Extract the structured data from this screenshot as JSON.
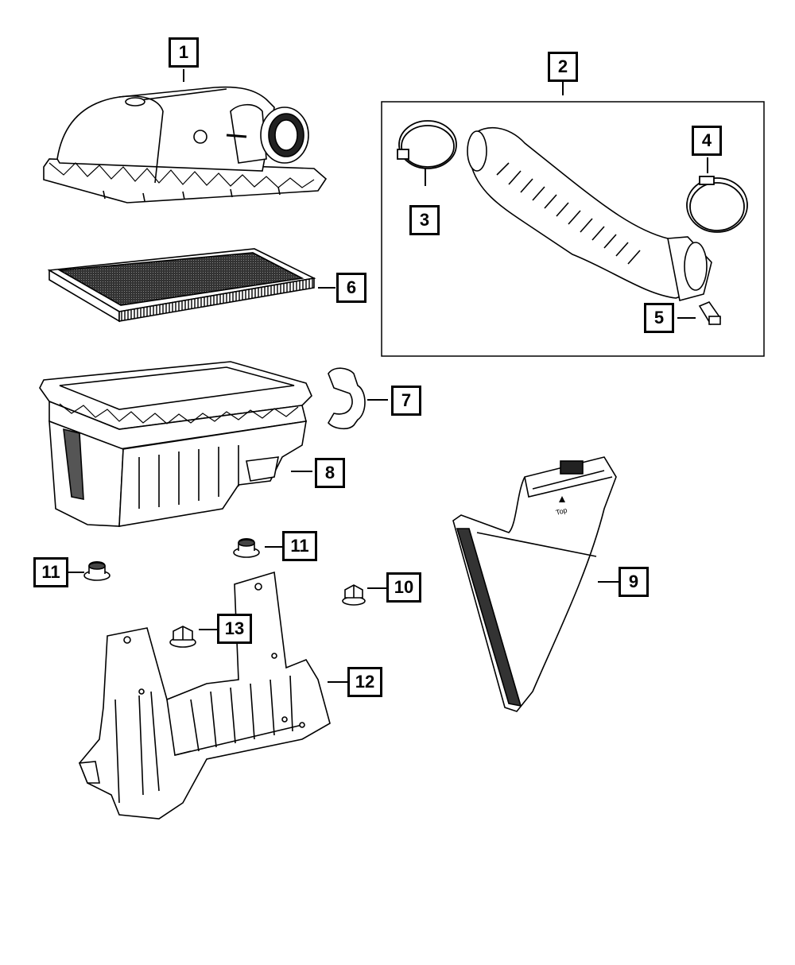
{
  "diagram": {
    "callouts": {
      "air_cleaner_cover": "1",
      "duct_group": "2",
      "clamp_left": "3",
      "clamp_right": "4",
      "sensor": "5",
      "filter_element": "6",
      "clip": "7",
      "air_cleaner_body": "8",
      "air_inlet_duct": "9",
      "bolt": "10",
      "grommet_left": "11",
      "grommet_right": "11",
      "support_bracket": "12",
      "nut": "13"
    },
    "top_label": "Top",
    "colors": {
      "line": "#000000",
      "background": "#ffffff",
      "part_fill": "#ffffff",
      "part_shade": "#222222"
    }
  }
}
